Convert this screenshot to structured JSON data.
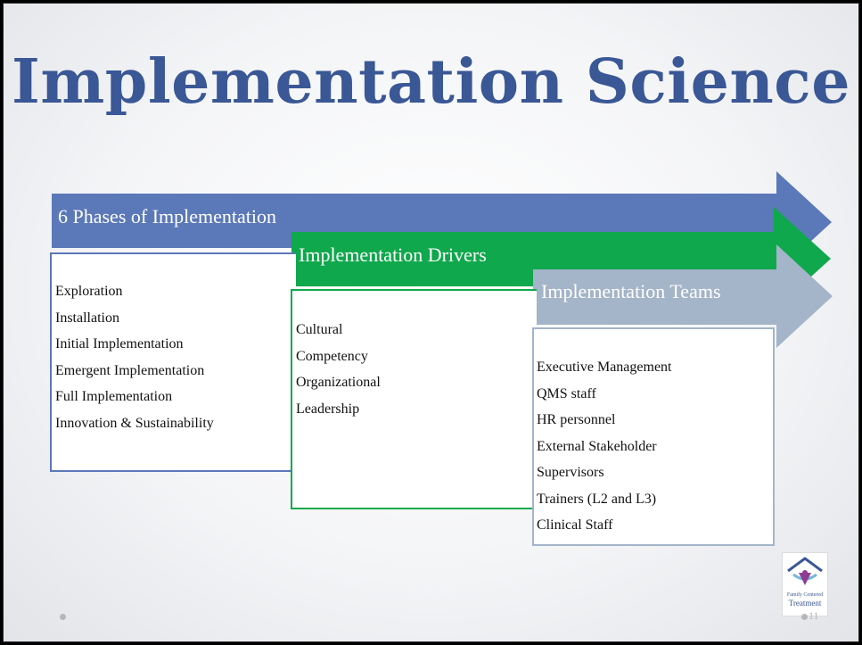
{
  "slide": {
    "title": "Implementation Science",
    "page_number": "11"
  },
  "phases": {
    "header": "6 Phases of Implementation",
    "color": "#5b78b8",
    "items": [
      "Exploration",
      "Installation",
      "Initial Implementation",
      "Emergent Implementation",
      "Full Implementation",
      "Innovation & Sustainability"
    ]
  },
  "drivers": {
    "header": "Implementation Drivers",
    "color": "#0fa84c",
    "items": [
      "Cultural",
      "Competency",
      "Organizational",
      "Leadership"
    ]
  },
  "teams": {
    "header": "Implementation Teams",
    "color": "#a4b4c9",
    "items": [
      "Executive Management",
      "QMS staff",
      "HR personnel",
      "External Stakeholder",
      "Supervisors",
      "Trainers (L2 and L3)",
      "Clinical Staff"
    ]
  },
  "logo": {
    "text_line1": "Family Centered",
    "text_line2": "Treatment"
  }
}
